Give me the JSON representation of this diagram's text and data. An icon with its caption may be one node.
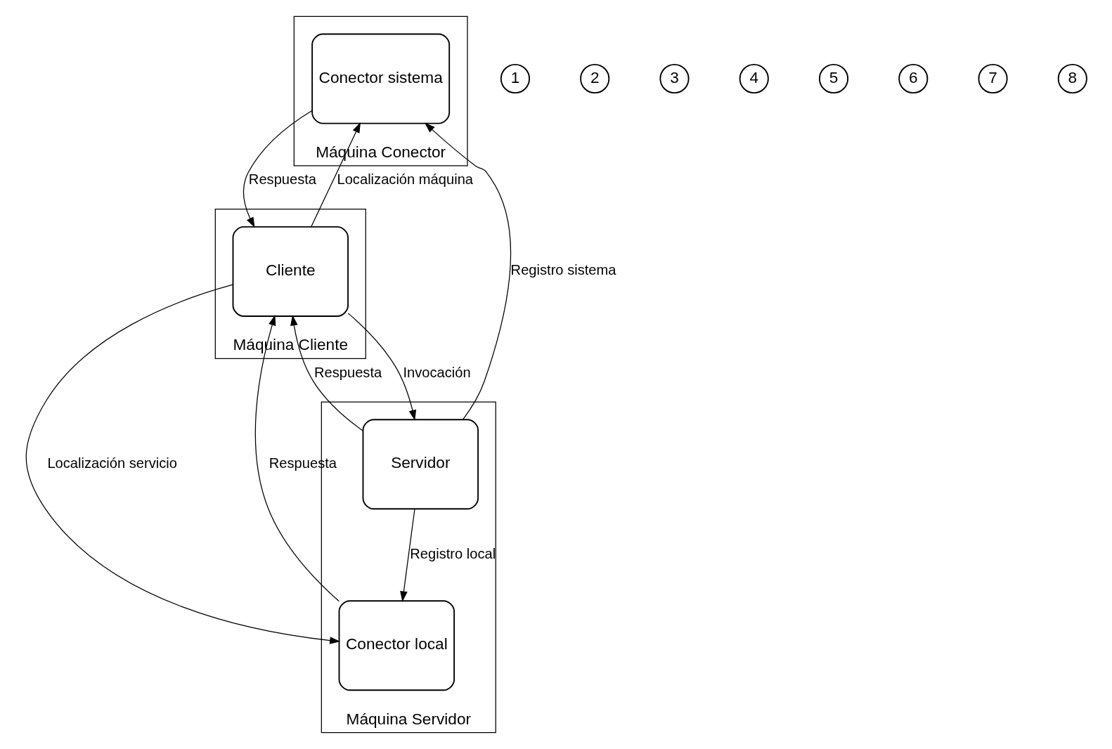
{
  "diagram": {
    "nodes": [
      {
        "text": [
          "Máquina Conector"
        ]
      },
      {
        "text": [
          "Conector sistema"
        ],
        "in": 0
      },
      {
        "text": [
          "Máquina Cliente"
        ]
      },
      {
        "text": [
          "Cliente"
        ],
        "in": 2
      },
      {
        "text": [
          "Máquina Servidor"
        ]
      },
      {
        "text": [
          "Servidor"
        ],
        "in": 4
      },
      {
        "text": [
          "Conector local"
        ],
        "in": 4
      },
      {
        "text": [
          "1"
        ]
      },
      {
        "text": [
          "2"
        ]
      },
      {
        "text": [
          "3"
        ]
      },
      {
        "text": [
          "4"
        ]
      },
      {
        "text": [
          "5"
        ]
      },
      {
        "text": [
          "6"
        ]
      },
      {
        "text": [
          "7"
        ]
      },
      {
        "text": [
          "8"
        ]
      }
    ],
    "edges": [
      {
        "from": 5,
        "to": 6,
        "arrow": "to",
        "label": "Registro local"
      },
      {
        "from": 5,
        "to": 1,
        "arrow": "to",
        "label": "Registro sistema"
      },
      {
        "from": 3,
        "to": 1,
        "arrow": "to",
        "label": "Localización máquina"
      },
      {
        "from": 1,
        "to": 3,
        "arrow": "to",
        "label": "Respuesta"
      },
      {
        "from": 3,
        "to": 6,
        "arrow": "to",
        "label": "Localización servicio"
      },
      {
        "from": 6,
        "to": 3,
        "arrow": "to",
        "label": "Respuesta"
      },
      {
        "from": 3,
        "to": 5,
        "arrow": "to",
        "label": "Invocación"
      },
      {
        "from": 5,
        "to": 3,
        "arrow": "to",
        "label": "Respuesta"
      }
    ]
  }
}
